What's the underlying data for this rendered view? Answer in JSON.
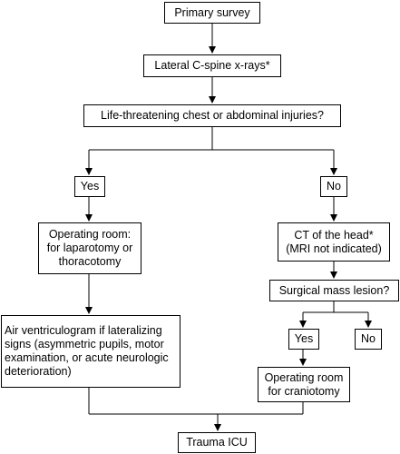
{
  "flowchart": {
    "nodes": {
      "primary_survey": "Primary survey",
      "lateral_xrays": "Lateral C-spine x-rays*",
      "life_threatening": "Life-threatening chest or abdominal injuries?",
      "yes_1": "Yes",
      "no_1": "No",
      "operating_room_laparotomy": "Operating room:\nfor laparotomy or\nthoracotomy",
      "ct_head": "CT of the head*\n(MRI not indicated)",
      "surgical_mass": "Surgical mass lesion?",
      "yes_2": "Yes",
      "no_2": "No",
      "air_ventriculogram": "Air ventriculogram if lateralizing\nsigns (asymmetric pupils, motor\nexamination, or acute neurologic\ndeterioration)",
      "operating_room_craniotomy": "Operating room\nfor craniotomy",
      "trauma_icu": "Trauma ICU"
    }
  }
}
